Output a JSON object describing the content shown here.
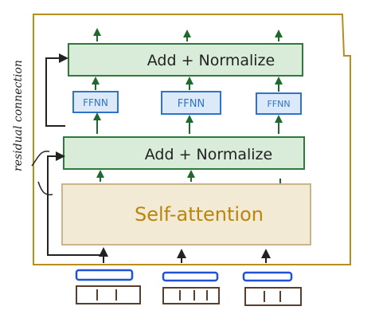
{
  "side_label": "residual connection",
  "add_norm_top": "Add + Normalize",
  "add_norm_bottom": "Add + Normalize",
  "ffnn": [
    "FFNN",
    "FFNN",
    "FFNN"
  ],
  "self_attention": "Self-attention",
  "colors": {
    "outer_border": "#b58f1e",
    "green_fill": "#d9ecd9",
    "green_border": "#2f7a3a",
    "ffnn_fill": "#dbe9f8",
    "ffnn_border": "#2f74c8",
    "ffnn_text": "#2f74c8",
    "attention_fill": "#f3ead6",
    "attention_border": "#c8b58a",
    "attention_text": "#b8860b",
    "input_blue": "#1f52d6",
    "input_box": "#5b3d2b",
    "arrow_green": "#1f6a2b",
    "ink": "#222222"
  }
}
